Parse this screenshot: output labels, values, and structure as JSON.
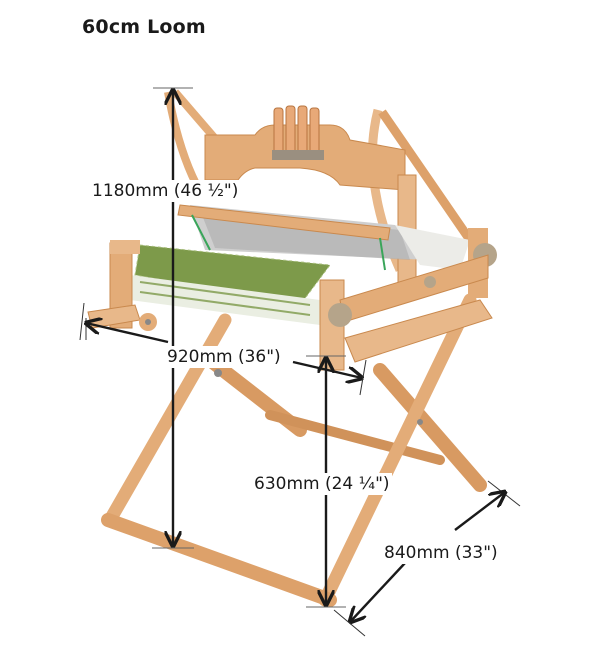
{
  "header": {
    "title": "60cm Loom"
  },
  "image": {
    "subject": "Four-shaft table loom on folding X-frame stand",
    "alt": "loom-with-stand-photo"
  },
  "dimensions": {
    "height_total": {
      "label": "1180mm (46 ½\")",
      "mm": 1180,
      "inches": "46 1/2"
    },
    "width": {
      "label": "920mm (36\")",
      "mm": 920,
      "inches": "36"
    },
    "stand_height": {
      "label": "630mm (24 ¼\")",
      "mm": 630,
      "inches": "24 1/4"
    },
    "depth": {
      "label": "840mm (33\")",
      "mm": 840,
      "inches": "33"
    }
  },
  "colors": {
    "wood_light": "#e8b88a",
    "wood_mid": "#d89a62",
    "wood_dark": "#b7743f",
    "cloth_green": "#7d9a4a",
    "cloth_white": "#f2f2ee",
    "knob": "#b5a48a",
    "arrow": "#1a1a1a"
  }
}
